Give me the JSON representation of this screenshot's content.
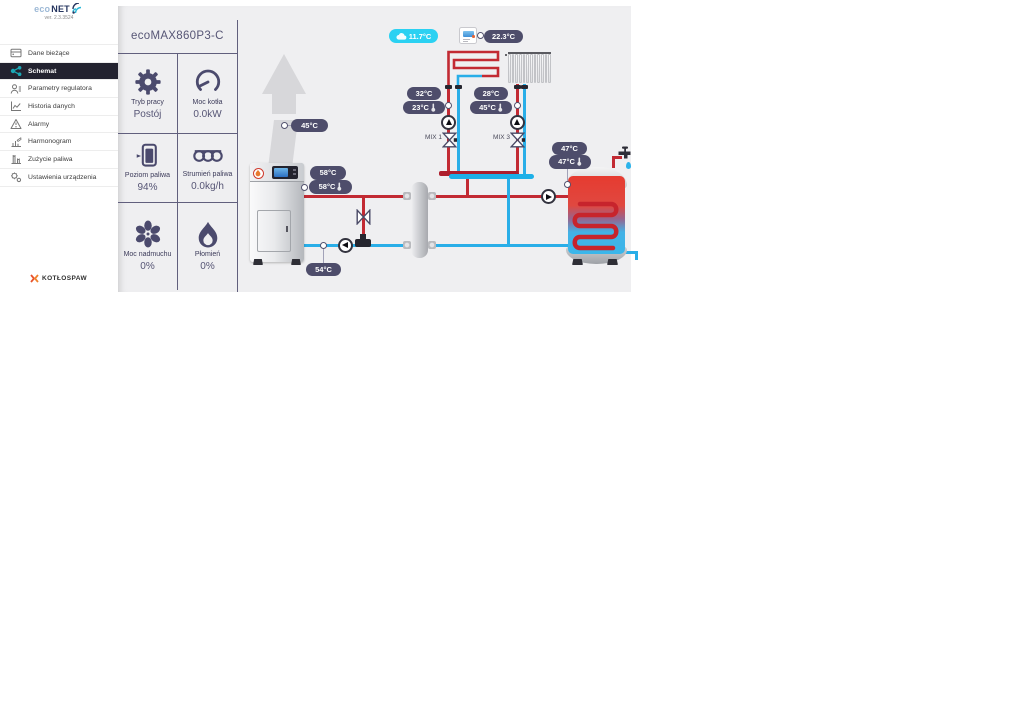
{
  "sidebar": {
    "brand_eco": "eco",
    "brand_net": "NET",
    "version": "ver. 2.3.3524",
    "items": [
      {
        "label": "Dane bieżące"
      },
      {
        "label": "Schemat"
      },
      {
        "label": "Parametry regulatora"
      },
      {
        "label": "Historia danych"
      },
      {
        "label": "Alarmy"
      },
      {
        "label": "Harmonogram"
      },
      {
        "label": "Zużycie paliwa"
      },
      {
        "label": "Ustawienia urządzenia"
      }
    ],
    "footer_brand": "KOTŁOSPAW"
  },
  "device_panel": {
    "title": "ecoMAX860P3-C",
    "tiles": [
      {
        "label": "Tryb pracy",
        "value": "Postój"
      },
      {
        "label": "Moc kotła",
        "value": "0.0kW"
      },
      {
        "label": "Poziom paliwa",
        "value": "94%"
      },
      {
        "label": "Strumień paliwa",
        "value": "0.0kg/h"
      },
      {
        "label": "Moc nadmuchu",
        "value": "0%"
      },
      {
        "label": "Płomień",
        "value": "0%"
      }
    ]
  },
  "schematic": {
    "outdoor": {
      "temp": "11.7°C"
    },
    "room": {
      "temp": "22.3°C"
    },
    "flue": {
      "temp": "45°C"
    },
    "boiler": {
      "temp": "58°C",
      "setpoint": "58°C"
    },
    "return_line": {
      "temp": "54°C"
    },
    "mix1": {
      "label": "MIX 1",
      "temp": "32°C",
      "setpoint": "23°C"
    },
    "mix3": {
      "label": "MIX 3",
      "temp": "28°C",
      "setpoint": "45°C"
    },
    "dhw": {
      "temp": "47°C",
      "setpoint": "47°C"
    },
    "colors": {
      "supply_pipe": "#c22a33",
      "return_pipe": "#29aee8",
      "pill": "#4e4d6b",
      "outdoor_pill": "#2bd1f2",
      "accent": "#615f7d"
    }
  }
}
